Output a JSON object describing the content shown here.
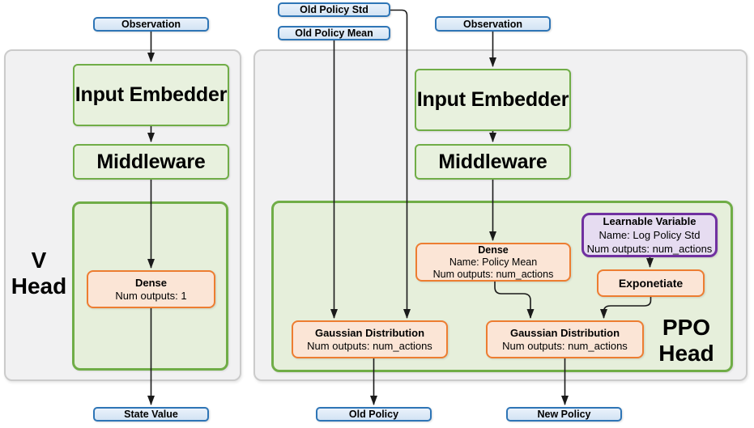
{
  "diagram": {
    "v_head": {
      "title_line1": "V",
      "title_line2": "Head",
      "input_observation": "Observation",
      "input_embedder": "Input Embedder",
      "middleware": "Middleware",
      "dense_title": "Dense",
      "dense_outputs": "Num outputs: 1",
      "output": "State Value"
    },
    "ppo_head": {
      "title_line1": "PPO",
      "title_line2": "Head",
      "input_old_policy_std": "Old Policy Std",
      "input_old_policy_mean": "Old Policy Mean",
      "input_observation": "Observation",
      "input_embedder": "Input Embedder",
      "middleware": "Middleware",
      "dense_title": "Dense",
      "dense_name": "Name: Policy Mean",
      "dense_outputs": "Num outputs: num_actions",
      "learnable_title": "Learnable Variable",
      "learnable_name": "Name: Log Policy Std",
      "learnable_outputs": "Num outputs: num_actions",
      "exponetiate": "Exponetiate",
      "gaussian_old_title": "Gaussian Distribution",
      "gaussian_old_outputs": "Num outputs: num_actions",
      "gaussian_new_title": "Gaussian Distribution",
      "gaussian_new_outputs": "Num outputs: num_actions",
      "output_old": "Old Policy",
      "output_new": "New Policy"
    },
    "colors": {
      "io_border": "#2e75b6",
      "io_fill": "#dbe9f7",
      "block_border": "#70ad47",
      "block_fill": "#e8f1de",
      "layer_border": "#ed7d31",
      "layer_fill": "#fbe5d6",
      "variable_border": "#7030a0",
      "variable_fill": "#e6dcf1",
      "panel_fill": "#f1f1f2",
      "arrow": "#1a1a1a"
    }
  }
}
